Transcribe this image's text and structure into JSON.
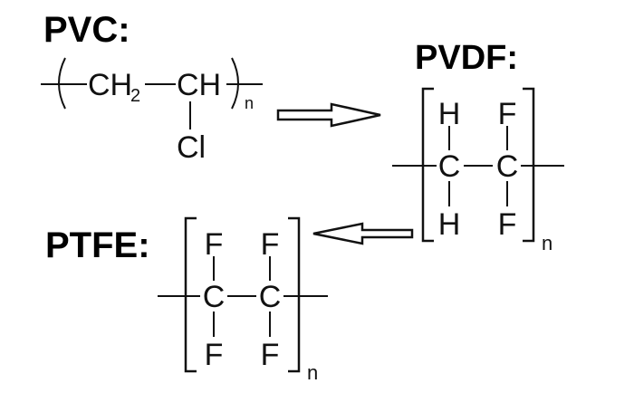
{
  "labels": {
    "pvc": "PVC:",
    "pvdf": "PVDF:",
    "ptfe": "PTFE:"
  },
  "pvc": {
    "ch2": "CH",
    "ch2_sub": "2",
    "ch": "CH",
    "subst": "Cl",
    "repeat": "n"
  },
  "pvdf": {
    "h_top": "H",
    "f_top": "F",
    "c_left": "C",
    "c_right": "C",
    "h_bottom": "H",
    "f_bottom": "F",
    "repeat": "n"
  },
  "ptfe": {
    "f_top_left": "F",
    "f_top_right": "F",
    "c_left": "C",
    "c_right": "C",
    "f_bottom_left": "F",
    "f_bottom_right": "F",
    "repeat": "n"
  },
  "colors": {
    "ink": "#111111",
    "background": "#ffffff"
  }
}
